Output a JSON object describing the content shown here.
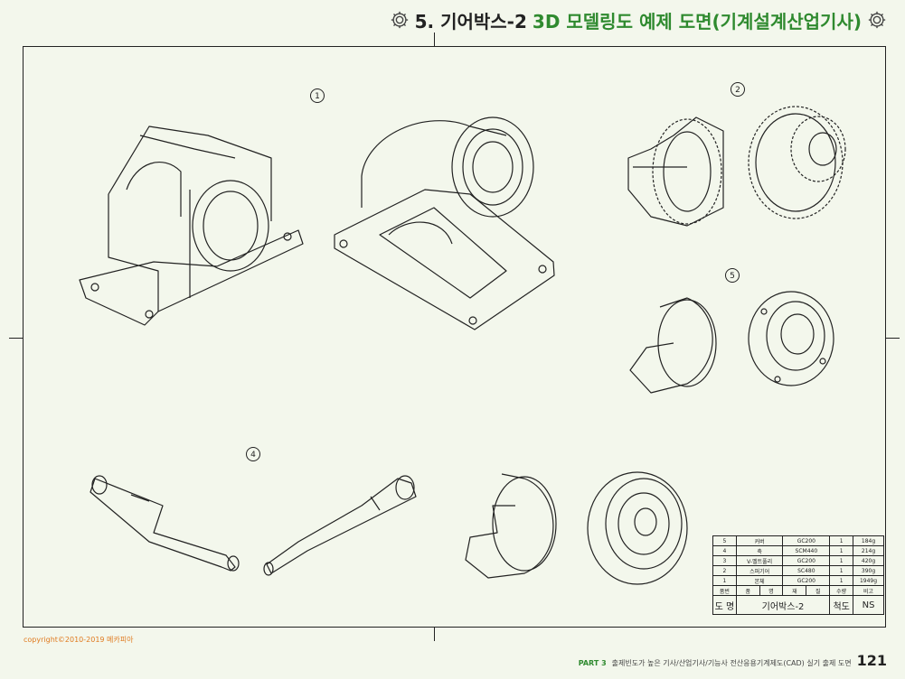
{
  "header": {
    "title_black": "5. 기어박스-2",
    "title_green": "3D 모델링도 예제 도면(기계설계산업기사)"
  },
  "callouts": [
    "1",
    "2",
    "5",
    "4"
  ],
  "parts_table": {
    "rows": [
      [
        "5",
        "커버",
        "GC200",
        "1",
        "184g"
      ],
      [
        "4",
        "축",
        "SCM440",
        "1",
        "214g"
      ],
      [
        "3",
        "V-벨트풀리",
        "GC200",
        "1",
        "420g"
      ],
      [
        "2",
        "스퍼기어",
        "SC480",
        "1",
        "390g"
      ],
      [
        "1",
        "본체",
        "GC200",
        "1",
        "1949g"
      ]
    ],
    "header": [
      "품번",
      "품",
      "명",
      "재",
      "질",
      "수량",
      "비고"
    ],
    "title_row": [
      "도 명",
      "기어박스-2",
      "척도",
      "NS"
    ]
  },
  "copyright": "copyright©2010-2019 메카피아",
  "footer": {
    "part_label": "PART 3",
    "text": "출제빈도가 높은 기사/산업기사/기능사 전산응용기계제도(CAD) 실기 출제 도면",
    "page": "121"
  },
  "colors": {
    "accent": "#2f8a2f",
    "copyright": "#e07a1f",
    "background": "#f3f7ec"
  },
  "icons": [
    "gear-icon"
  ]
}
